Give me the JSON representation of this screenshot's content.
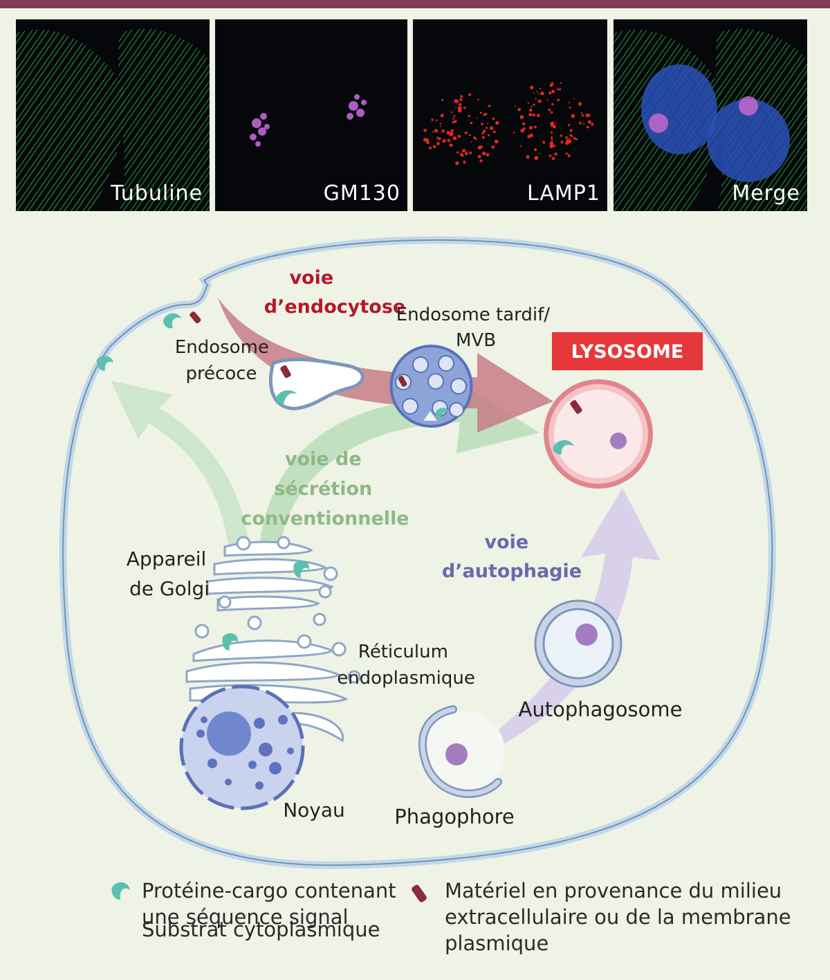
{
  "micrographs": [
    {
      "label": "Tubuline"
    },
    {
      "label": "GM130"
    },
    {
      "label": "LAMP1"
    },
    {
      "label": "Merge"
    }
  ],
  "diagram": {
    "lysosome_label": "LYSOSOME",
    "endocytose_label": [
      "voie",
      "d’endocytose"
    ],
    "secretion_label": [
      "voie de",
      "sécrétion",
      "conventionnelle"
    ],
    "autophagie_label": [
      "voie",
      "d’autophagie"
    ],
    "endosome_precoce": [
      "Endosome",
      "précoce"
    ],
    "endosome_tardif": [
      "Endosome tardif/",
      "MVB"
    ],
    "golgi": [
      "Appareil",
      "de Golgi"
    ],
    "reticulum": [
      "Réticulum",
      "endoplasmique"
    ],
    "noyau": "Noyau",
    "phagophore": "Phagophore",
    "autophagosome": "Autophagosome"
  },
  "legend": {
    "cargo": [
      "Protéine-cargo contenant",
      "une séquence signal"
    ],
    "substrat": "Substrat cytoplasmique",
    "materiel": [
      "Matériel en provenance du milieu",
      "extracellulaire ou de la membrane",
      "plasmique"
    ]
  },
  "colors": {
    "endocytose": "#b5182b",
    "secretion": "#8fb886",
    "autophagie": "#6a68b0",
    "lysosome_box": "#e6383a",
    "cargo": "#5cc0b0",
    "materiel": "#8a2a3a",
    "substrat": "#a57cc0"
  }
}
